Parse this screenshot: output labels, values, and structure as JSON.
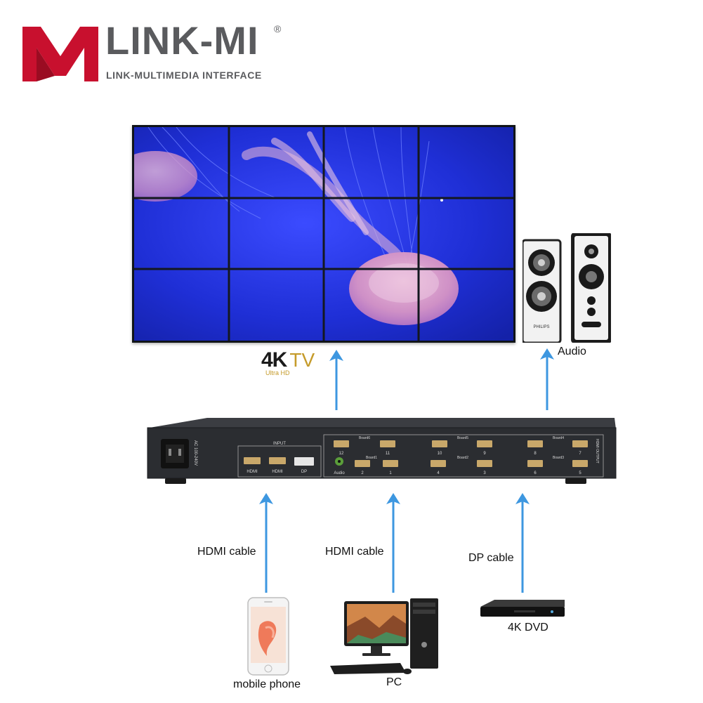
{
  "logo": {
    "name": "LINK-MI",
    "registered": "®",
    "tagline": "LINK-MULTIMEDIA INTERFACE",
    "colors": {
      "mark_red": "#c8102e",
      "text_gray": "#5a5b5e"
    }
  },
  "display": {
    "badge_main": "4K",
    "badge_tv": "TV",
    "badge_sub": "Ultra HD",
    "grid": {
      "rows": 3,
      "cols": 4
    }
  },
  "audio": {
    "label": "Audio",
    "speaker_brand": "PHILIPS"
  },
  "device": {
    "power_label": "AC 100-240V",
    "input_title": "INPUT",
    "input_ports": [
      "HDMI",
      "HDMI",
      "DP"
    ],
    "audio_port": "Audio",
    "output_title": "HDMI OUTPUT",
    "boards": [
      "Board6",
      "Board5",
      "Board4",
      "Board1",
      "Board2",
      "Board3"
    ],
    "port_numbers_top": [
      "12",
      "11",
      "10",
      "9",
      "8",
      "7"
    ],
    "port_numbers_bottom": [
      "2",
      "1",
      "4",
      "3",
      "6",
      "5"
    ]
  },
  "sources": [
    {
      "cable": "HDMI cable",
      "device": "mobile phone"
    },
    {
      "cable": "HDMI cable",
      "device": "PC"
    },
    {
      "cable": "DP cable",
      "device": "4K DVD"
    }
  ],
  "arrow_color": "#3d97e0"
}
